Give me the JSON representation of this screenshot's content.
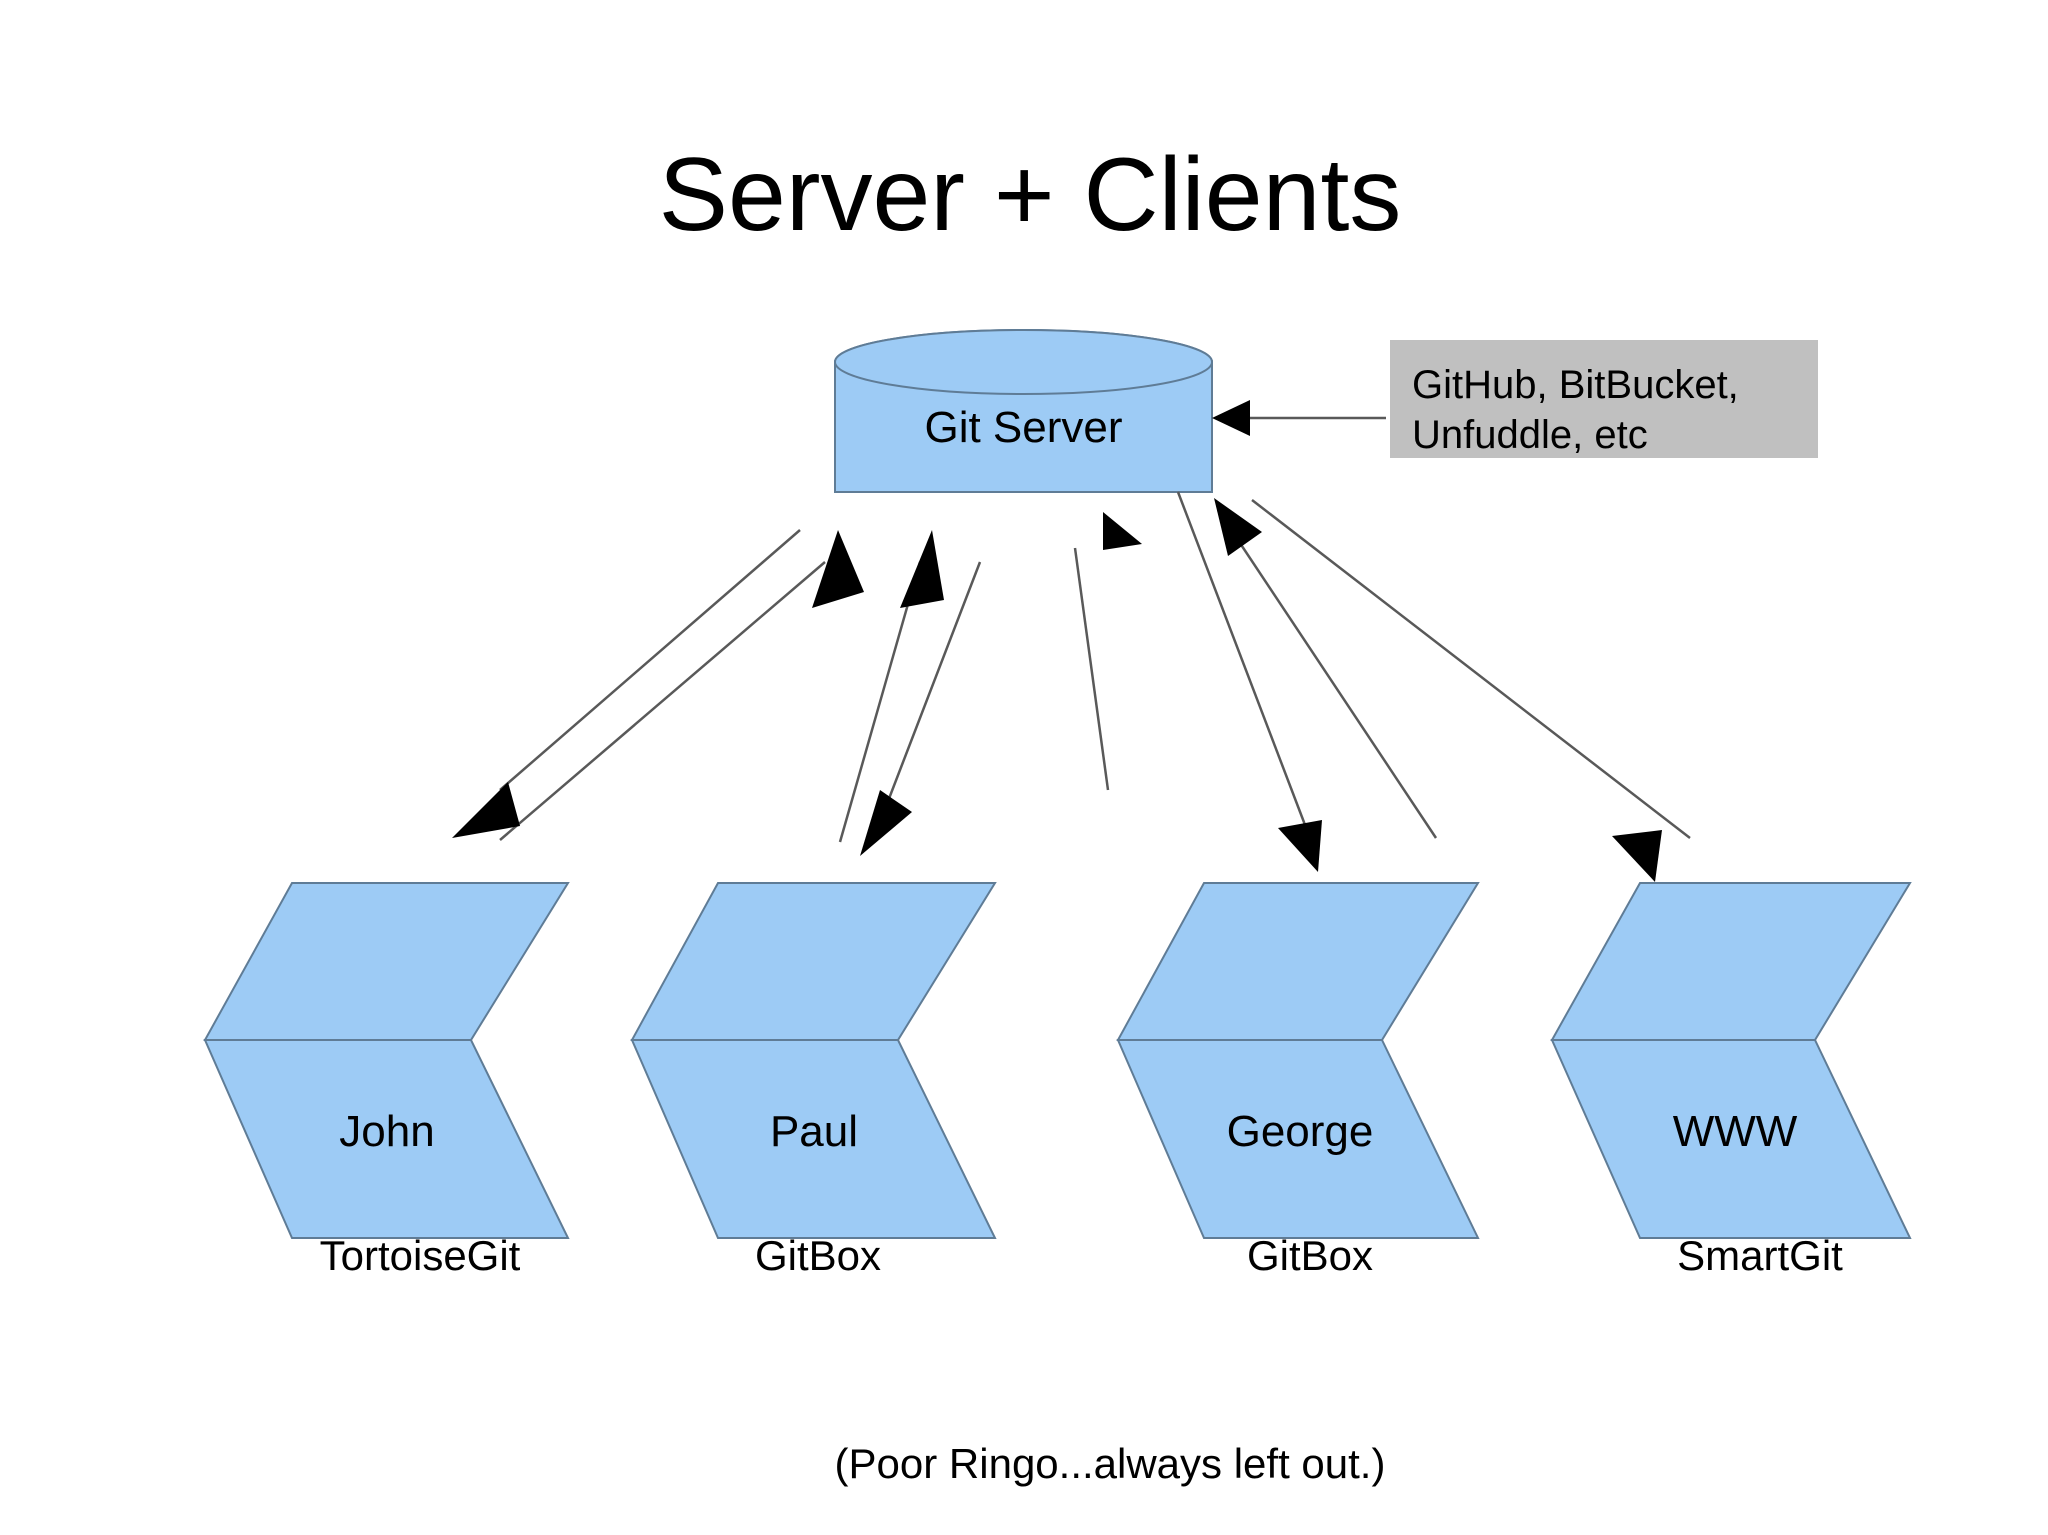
{
  "slide": {
    "title": "Server + Clients",
    "footnote": "(Poor Ringo...always left out.)",
    "background_color": "#FFFFFF"
  },
  "colors": {
    "shape_fill": "#9DCBF5",
    "shape_stroke": "#5F7C96",
    "note_fill": "#C0C0C0",
    "connector": "#595959",
    "text": "#000000"
  },
  "server": {
    "label": "Git Server",
    "shape": "cylinder"
  },
  "note": {
    "line1": "GitHub, BitBucket,",
    "line2": "Unfuddle, etc"
  },
  "clients": [
    {
      "name": "John",
      "tool": "TortoiseGit"
    },
    {
      "name": "Paul",
      "tool": "GitBox"
    },
    {
      "name": "George",
      "tool": "GitBox"
    },
    {
      "name": "WWW",
      "tool": "SmartGit"
    }
  ]
}
